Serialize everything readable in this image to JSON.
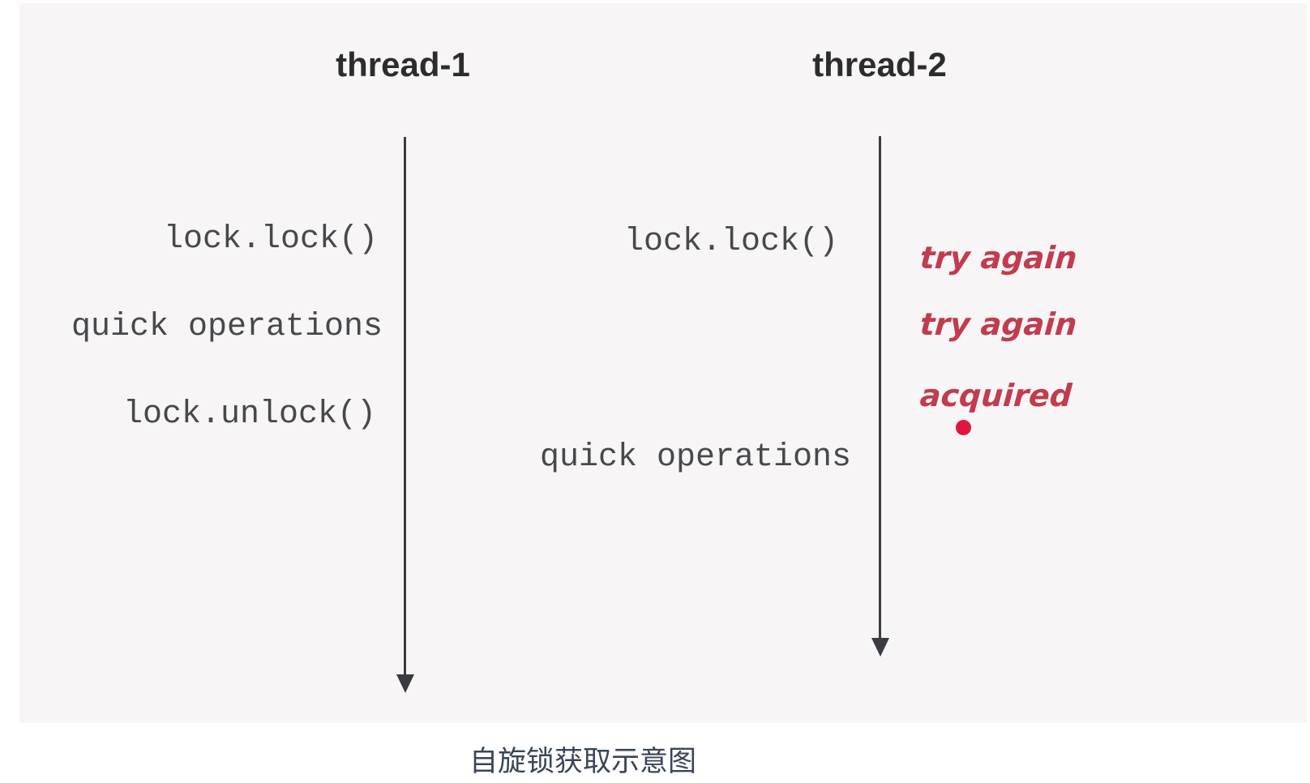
{
  "colors": {
    "page_bg": "#ffffff",
    "panel_bg": "#f7f5f6",
    "heading_text": "#2c2c2e",
    "code_text": "#47484c",
    "timeline": "#3b3c41",
    "annotation_red": "#c23b4e",
    "marker_red": "#e0163c",
    "caption_text": "#3a4556"
  },
  "diagram": {
    "caption": "自旋锁获取示意图"
  },
  "threads": [
    {
      "label": "thread-1",
      "events": [
        "lock.lock()",
        "quick operations",
        "lock.unlock()"
      ]
    },
    {
      "label": "thread-2",
      "events": [
        "lock.lock()",
        "quick operations"
      ],
      "annotations": [
        "try again",
        "try again",
        "acquired"
      ]
    }
  ]
}
